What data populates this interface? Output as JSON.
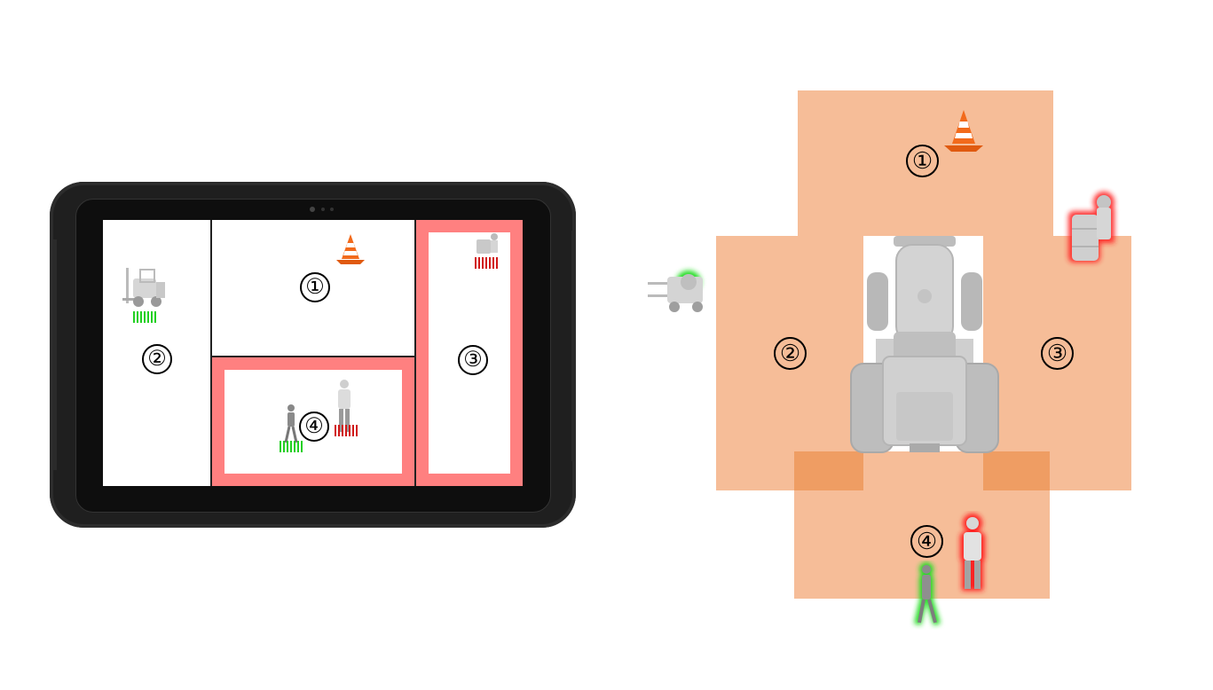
{
  "tablet": {
    "panes": [
      {
        "id": "1",
        "label": "①",
        "alert": false,
        "icon": "traffic-cone-icon"
      },
      {
        "id": "2",
        "label": "②",
        "alert": false,
        "icon": "forklift-icon",
        "indicator": "green"
      },
      {
        "id": "3",
        "label": "③",
        "alert": true,
        "icon": "worker-with-barrel-icon",
        "indicator": "red"
      },
      {
        "id": "4",
        "label": "④",
        "alert": true,
        "icons": [
          "walking-person-icon",
          "worker-standing-icon"
        ],
        "indicators": [
          "green",
          "red"
        ]
      }
    ]
  },
  "topview": {
    "zones": [
      {
        "id": "1",
        "label": "①",
        "object": "traffic-cone-icon"
      },
      {
        "id": "2",
        "label": "②",
        "object": "forklift-icon",
        "object_highlight": "green"
      },
      {
        "id": "3",
        "label": "③",
        "object": "worker-with-barrel-icon",
        "object_highlight": "red"
      },
      {
        "id": "4",
        "label": "④",
        "objects": [
          "worker-standing-icon",
          "walking-person-icon"
        ],
        "object_highlights": [
          "red",
          "green"
        ]
      }
    ],
    "vehicle": "tractor-top-view-icon"
  },
  "colors": {
    "zone_fill": "#f6bd98",
    "zone_overlap": "#ef9d63",
    "alert_frame": "#ff8080",
    "safe_indicator": "#23d023",
    "danger_indicator": "#d01818",
    "tablet_body": "#1f1f1f"
  }
}
